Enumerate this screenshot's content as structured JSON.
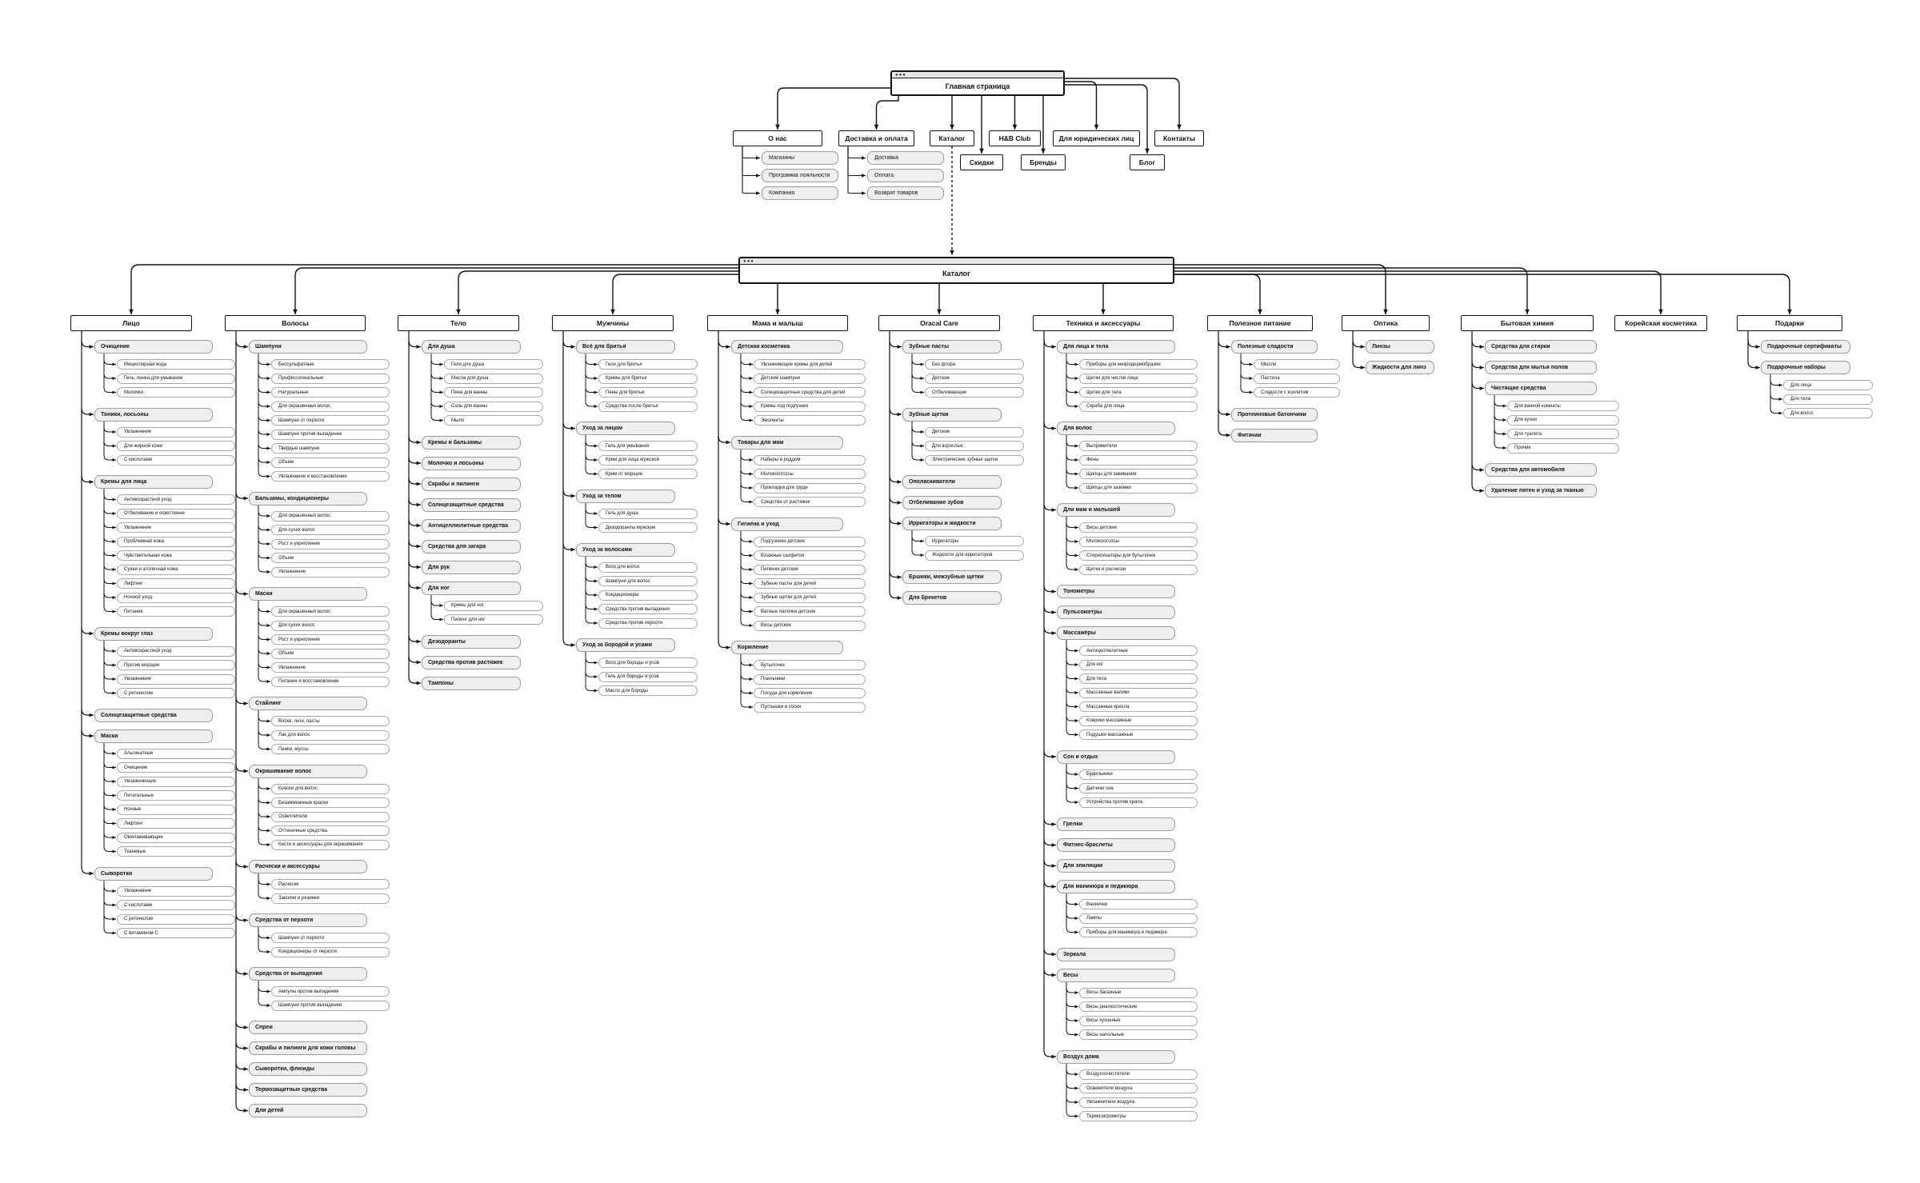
{
  "sitemap": {
    "home": {
      "title": "Главная страница",
      "children": [
        {
          "label": "О нас",
          "items": [
            "Магазины",
            "Программа лояльности",
            "Компания"
          ]
        },
        {
          "label": "Доставка и оплата",
          "items": [
            "Доставка",
            "Оплата",
            "Возврат товаров"
          ]
        },
        {
          "label": "Каталог",
          "items": []
        },
        {
          "label": "Скидки",
          "items": []
        },
        {
          "label": "H&B Club",
          "items": []
        },
        {
          "label": "Бренды",
          "items": []
        },
        {
          "label": "Для юридических лиц",
          "items": []
        },
        {
          "label": "Блог",
          "items": []
        },
        {
          "label": "Контакты",
          "items": []
        }
      ]
    },
    "catalog": {
      "title": "Каталог",
      "categories": [
        {
          "label": "Лицо",
          "groups": [
            {
              "label": "Очищение",
              "items": [
                "Мицеллярная вода",
                "Гель, пенка для умывания",
                "Молочко"
              ]
            },
            {
              "label": "Тоники, лосьоны",
              "items": [
                "Увлажнение",
                "Для жирной кожи",
                "С кислотами"
              ]
            },
            {
              "label": "Кремы для лица",
              "items": [
                "Антивозрастной уход",
                "Отбеливание и осветление",
                "Увлажнение",
                "Проблемная кожа",
                "Чувствительная кожа",
                "Сухая и атопичная кожа",
                "Лифтинг",
                "Ночной уход",
                "Питание"
              ]
            },
            {
              "label": "Кремы вокруг глаз",
              "items": [
                "Антивозрастной уход",
                "Против морщин",
                "Увлажнение",
                "С ретинолом"
              ]
            },
            {
              "label": "Солнцезащитные средства",
              "items": []
            },
            {
              "label": "Маски",
              "items": [
                "Альгинатные",
                "Очищение",
                "Увлажняющие",
                "Питательные",
                "Ночные",
                "Лифтинг",
                "Омолаживающие",
                "Тканевые"
              ]
            },
            {
              "label": "Сыворотки",
              "items": [
                "Увлажнение",
                "С кислотами",
                "С ретинолом",
                "С витамином С"
              ]
            }
          ]
        },
        {
          "label": "Волосы",
          "groups": [
            {
              "label": "Шампуни",
              "items": [
                "Бессульфатные",
                "Профессиональные",
                "Натуральные",
                "Для окрашенных волос",
                "Шампуни от перхоти",
                "Шампуни против выпадения",
                "Твердые шампуни",
                "Объем",
                "Увлажнение и восстановление"
              ]
            },
            {
              "label": "Бальзамы, кондиционеры",
              "items": [
                "Для окрашенных волос",
                "Для сухих волос",
                "Рост и укрепление",
                "Объем",
                "Увлажнение"
              ]
            },
            {
              "label": "Маски",
              "items": [
                "Для окрашенных волос",
                "Для сухих волос",
                "Рост и укрепление",
                "Объем",
                "Увлажнение",
                "Питание и восстановление"
              ]
            },
            {
              "label": "Стайлинг",
              "items": [
                "Воски, гели, пасты",
                "Лак для волос",
                "Пенки, муссы"
              ]
            },
            {
              "label": "Окрашивание волос",
              "items": [
                "Краски для волос",
                "Безаммиачные краски",
                "Осветлители",
                "Оттеночные средства",
                "Кисти и аксессуары для окрашивания"
              ]
            },
            {
              "label": "Расчески и аксессуары",
              "items": [
                "Расчески",
                "Заколки и резинки"
              ]
            },
            {
              "label": "Средства от перхоти",
              "items": [
                "Шампуни от перхоти",
                "Кондиционеры от перхоти"
              ]
            },
            {
              "label": "Средства от выпадения",
              "items": [
                "Ампулы против выпадения",
                "Шампуни против выпадения"
              ]
            },
            {
              "label": "Спреи",
              "items": []
            },
            {
              "label": "Скрабы и пилинги для кожи головы",
              "items": []
            },
            {
              "label": "Сыворотки, флюиды",
              "items": []
            },
            {
              "label": "Термозащитные средства",
              "items": []
            },
            {
              "label": "Для детей",
              "items": []
            }
          ]
        },
        {
          "label": "Тело",
          "groups": [
            {
              "label": "Для душа",
              "items": [
                "Гели для душа",
                "Масла для душа",
                "Пена для ванны",
                "Соль для ванны",
                "Мыло"
              ]
            },
            {
              "label": "Кремы и бальзамы",
              "items": []
            },
            {
              "label": "Молочко и лосьоны",
              "items": []
            },
            {
              "label": "Скрабы и пилинги",
              "items": []
            },
            {
              "label": "Солнцезащитные средства",
              "items": []
            },
            {
              "label": "Антицеллюлитные средства",
              "items": []
            },
            {
              "label": "Средства для загара",
              "items": []
            },
            {
              "label": "Для рук",
              "items": []
            },
            {
              "label": "Для ног",
              "items": [
                "Кремы для ног",
                "Пилинг для ног"
              ]
            },
            {
              "label": "Дезодоранты",
              "items": []
            },
            {
              "label": "Средства против растяжек",
              "items": []
            },
            {
              "label": "Тампоны",
              "items": []
            }
          ]
        },
        {
          "label": "Мужчины",
          "groups": [
            {
              "label": "Всё для бритья",
              "items": [
                "Гели для бритья",
                "Кремы для бритья",
                "Пены для бритья",
                "Средства после бритья"
              ]
            },
            {
              "label": "Уход за лицом",
              "items": [
                "Гель для умывания",
                "Крем для лица мужской",
                "Крем от морщин"
              ]
            },
            {
              "label": "Уход за телом",
              "items": [
                "Гель для душа",
                "Дезодоранты мужские"
              ]
            },
            {
              "label": "Уход за волосами",
              "items": [
                "Воск для волос",
                "Шампуни для волос",
                "Кондиционеры",
                "Средства против выпадения",
                "Средства против перхоти"
              ]
            },
            {
              "label": "Уход за бородой и усами",
              "items": [
                "Воск для бороды и усов",
                "Гель для бороды и усов",
                "Масло для бороды"
              ]
            }
          ]
        },
        {
          "label": "Мама и малыш",
          "groups": [
            {
              "label": "Детская косметика",
              "items": [
                "Увлажняющие кремы для детей",
                "Детские шампуни",
                "Солнцезащитные средства для детей",
                "Кремы под подгузник",
                "Эмоленты"
              ]
            },
            {
              "label": "Товары для мам",
              "items": [
                "Наберы в роддом",
                "Молокоотсосы",
                "Прокладки для груди",
                "Средства от растяжек"
              ]
            },
            {
              "label": "Гигиена и уход",
              "items": [
                "Подгузники детские",
                "Влажные салфетки",
                "Пеленки детские",
                "Зубные пасты для детей",
                "Зубные щетки для детей",
                "Ватные палочки детские",
                "Весы детские"
              ]
            },
            {
              "label": "Кормление",
              "items": [
                "Бутылочки",
                "Поильники",
                "Посуда для кормления",
                "Пустышки и соски"
              ]
            }
          ]
        },
        {
          "label": "Oracal Care",
          "groups": [
            {
              "label": "Зубные пасты",
              "items": [
                "Без фтора",
                "Детские",
                "Отбеливающие"
              ]
            },
            {
              "label": "Зубные щетки",
              "items": [
                "Детские",
                "Для взрослых",
                "Электрические зубные щетки"
              ]
            },
            {
              "label": "Ополаскиватели",
              "items": []
            },
            {
              "label": "Отбеливание зубов",
              "items": []
            },
            {
              "label": "Ирригаторы и жидкости",
              "items": [
                "Ирригаторы",
                "Жидкости для ирригаторов"
              ]
            },
            {
              "label": "Ершики, межзубные щетки",
              "items": []
            },
            {
              "label": "Для брекетов",
              "items": []
            }
          ]
        },
        {
          "label": "Техника и аксессуары",
          "groups": [
            {
              "label": "Для лица и тела",
              "items": [
                "Приборы для микродермобразии",
                "Щетки для чистки лица",
                "Щетки для тела",
                "Скраба для лица"
              ]
            },
            {
              "label": "Для волос",
              "items": [
                "Выпрямители",
                "Фены",
                "Щипцы для завивания",
                "Щипцы для заземки"
              ]
            },
            {
              "label": "Для мам и малышей",
              "items": [
                "Весы детские",
                "Молокоотсосы",
                "Стерилизаторы для бутылочек",
                "Щетки и расчески"
              ]
            },
            {
              "label": "Тонометры",
              "items": []
            },
            {
              "label": "Пульсометры",
              "items": []
            },
            {
              "label": "Массажёры",
              "items": [
                "Антицеллюлитные",
                "Для ног",
                "Для тела",
                "Массажные валики",
                "Массажные кресла",
                "Коврики массажные",
                "Подушки массажные"
              ]
            },
            {
              "label": "Сон и отдых",
              "items": [
                "Будильники",
                "Датчики сна",
                "Устройства против храпа"
              ]
            },
            {
              "label": "Грелки",
              "items": []
            },
            {
              "label": "Фитнес-браслеты",
              "items": []
            },
            {
              "label": "Для эпиляции",
              "items": []
            },
            {
              "label": "Для маникюра и педикюра",
              "items": [
                "Ванночки",
                "Лампы",
                "Приборы для маникюра и педикюра"
              ]
            },
            {
              "label": "Зеркала",
              "items": []
            },
            {
              "label": "Весы",
              "items": [
                "Весы багажные",
                "Весы диагностические",
                "Весы кухонные",
                "Весы напольные"
              ]
            },
            {
              "label": "Воздух дома",
              "items": [
                "Воздухоочистители",
                "Освежители воздуха",
                "Увлажнители воздуха",
                "Термогигрометры"
              ]
            }
          ]
        },
        {
          "label": "Полезное питание",
          "groups": [
            {
              "label": "Полезные сладости",
              "items": [
                "Мюсли",
                "Пастила",
                "Сладости с ксилитом"
              ]
            },
            {
              "label": "Протеиновые батончики",
              "items": []
            },
            {
              "label": "Фитачаи",
              "items": []
            }
          ]
        },
        {
          "label": "Оптика",
          "groups": [
            {
              "label": "Линзы",
              "items": []
            },
            {
              "label": "Жидкости для линз",
              "items": []
            }
          ]
        },
        {
          "label": "Бытовая химия",
          "groups": [
            {
              "label": "Средства для стирки",
              "items": []
            },
            {
              "label": "Средства для мытья полов",
              "items": []
            },
            {
              "label": "Чистящие средства",
              "items": [
                "Для ванной комнаты",
                "Для кухни",
                "Для туалета",
                "Прочие"
              ]
            },
            {
              "label": "Средства для автомобиля",
              "items": []
            },
            {
              "label": "Удаление пятен и уход за тканью",
              "items": []
            }
          ]
        },
        {
          "label": "Корейская косметика",
          "groups": []
        },
        {
          "label": "Подарки",
          "groups": [
            {
              "label": "Подарочные сертификаты",
              "items": []
            },
            {
              "label": "Подарочные наборы",
              "items": [
                "Для лица",
                "Для тела",
                "Для волос"
              ]
            }
          ]
        }
      ]
    }
  },
  "colors": {
    "line": "#111111",
    "pill_fill": "#efefef",
    "pill_border": "#9a9a9a",
    "box_border": "#111111"
  }
}
